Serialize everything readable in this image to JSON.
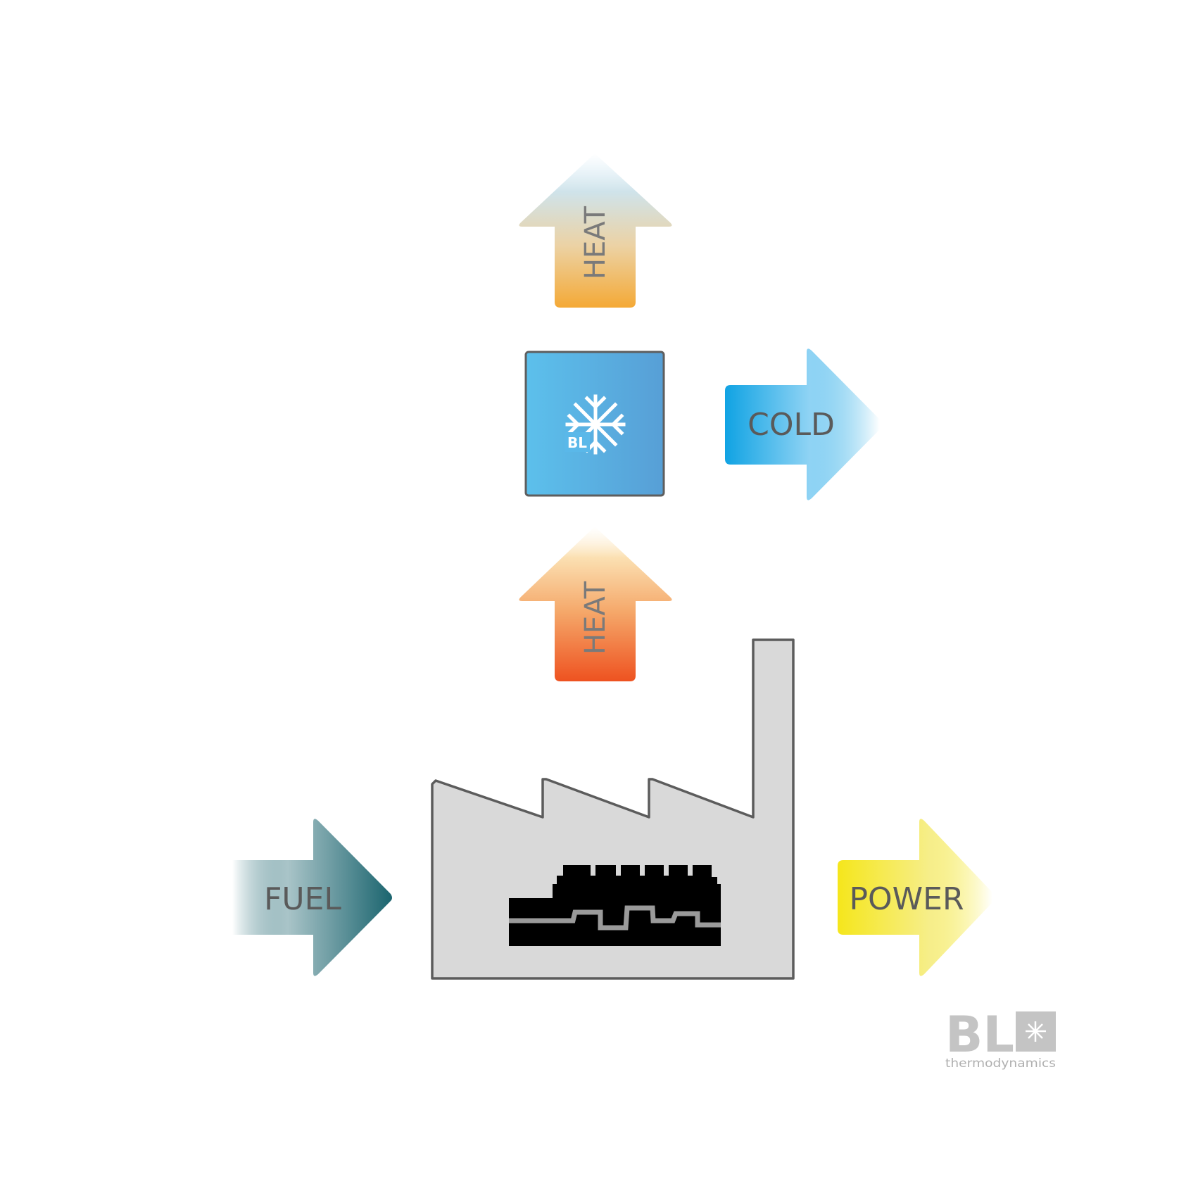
{
  "flows": {
    "fuel": {
      "label": "FUEL",
      "color": "#1d6670"
    },
    "power": {
      "label": "POWER",
      "color": "#f5e61a"
    },
    "heat_bottom": {
      "label": "HEAT",
      "color": "#ef5a1f"
    },
    "heat_top": {
      "label": "HEAT",
      "color": "#f3ad3d"
    },
    "cold": {
      "label": "COLD",
      "color": "#0ea2e3"
    }
  },
  "absorption_unit": {
    "badge": "BL",
    "icon": "snowflake-icon",
    "color": "#55b2e4"
  },
  "factory": {
    "icon": "engine-icon",
    "fill": "#d9d9d9",
    "stroke": "#5c5c5c"
  },
  "brand": {
    "letters": "BL",
    "tagline": "thermodynamics",
    "color": "#c4c4c4"
  }
}
